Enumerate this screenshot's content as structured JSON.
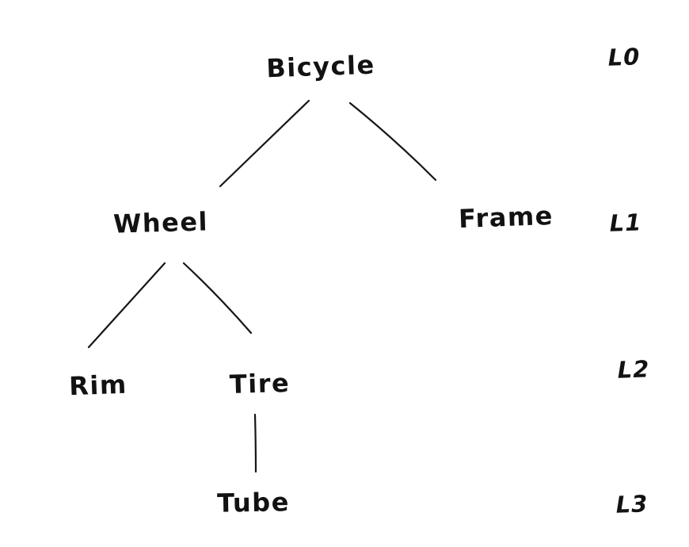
{
  "diagram": {
    "type": "tree",
    "ink_color": "#161616",
    "background_color": "#ffffff",
    "nodes": [
      {
        "id": "bicycle",
        "label": "Bicycle",
        "level": 0
      },
      {
        "id": "wheel",
        "label": "Wheel",
        "level": 1
      },
      {
        "id": "frame",
        "label": "Frame",
        "level": 1
      },
      {
        "id": "rim",
        "label": "Rim",
        "level": 2
      },
      {
        "id": "tire",
        "label": "Tire",
        "level": 2
      },
      {
        "id": "tube",
        "label": "Tube",
        "level": 3
      }
    ],
    "edges": [
      {
        "from": "Bicycle",
        "to": "Wheel"
      },
      {
        "from": "Bicycle",
        "to": "Frame"
      },
      {
        "from": "Wheel",
        "to": "Rim"
      },
      {
        "from": "Wheel",
        "to": "Tire"
      },
      {
        "from": "Tire",
        "to": "Tube"
      }
    ],
    "level_labels": [
      {
        "label": "L0"
      },
      {
        "label": "L1"
      },
      {
        "label": "L2"
      },
      {
        "label": "L3"
      }
    ]
  }
}
